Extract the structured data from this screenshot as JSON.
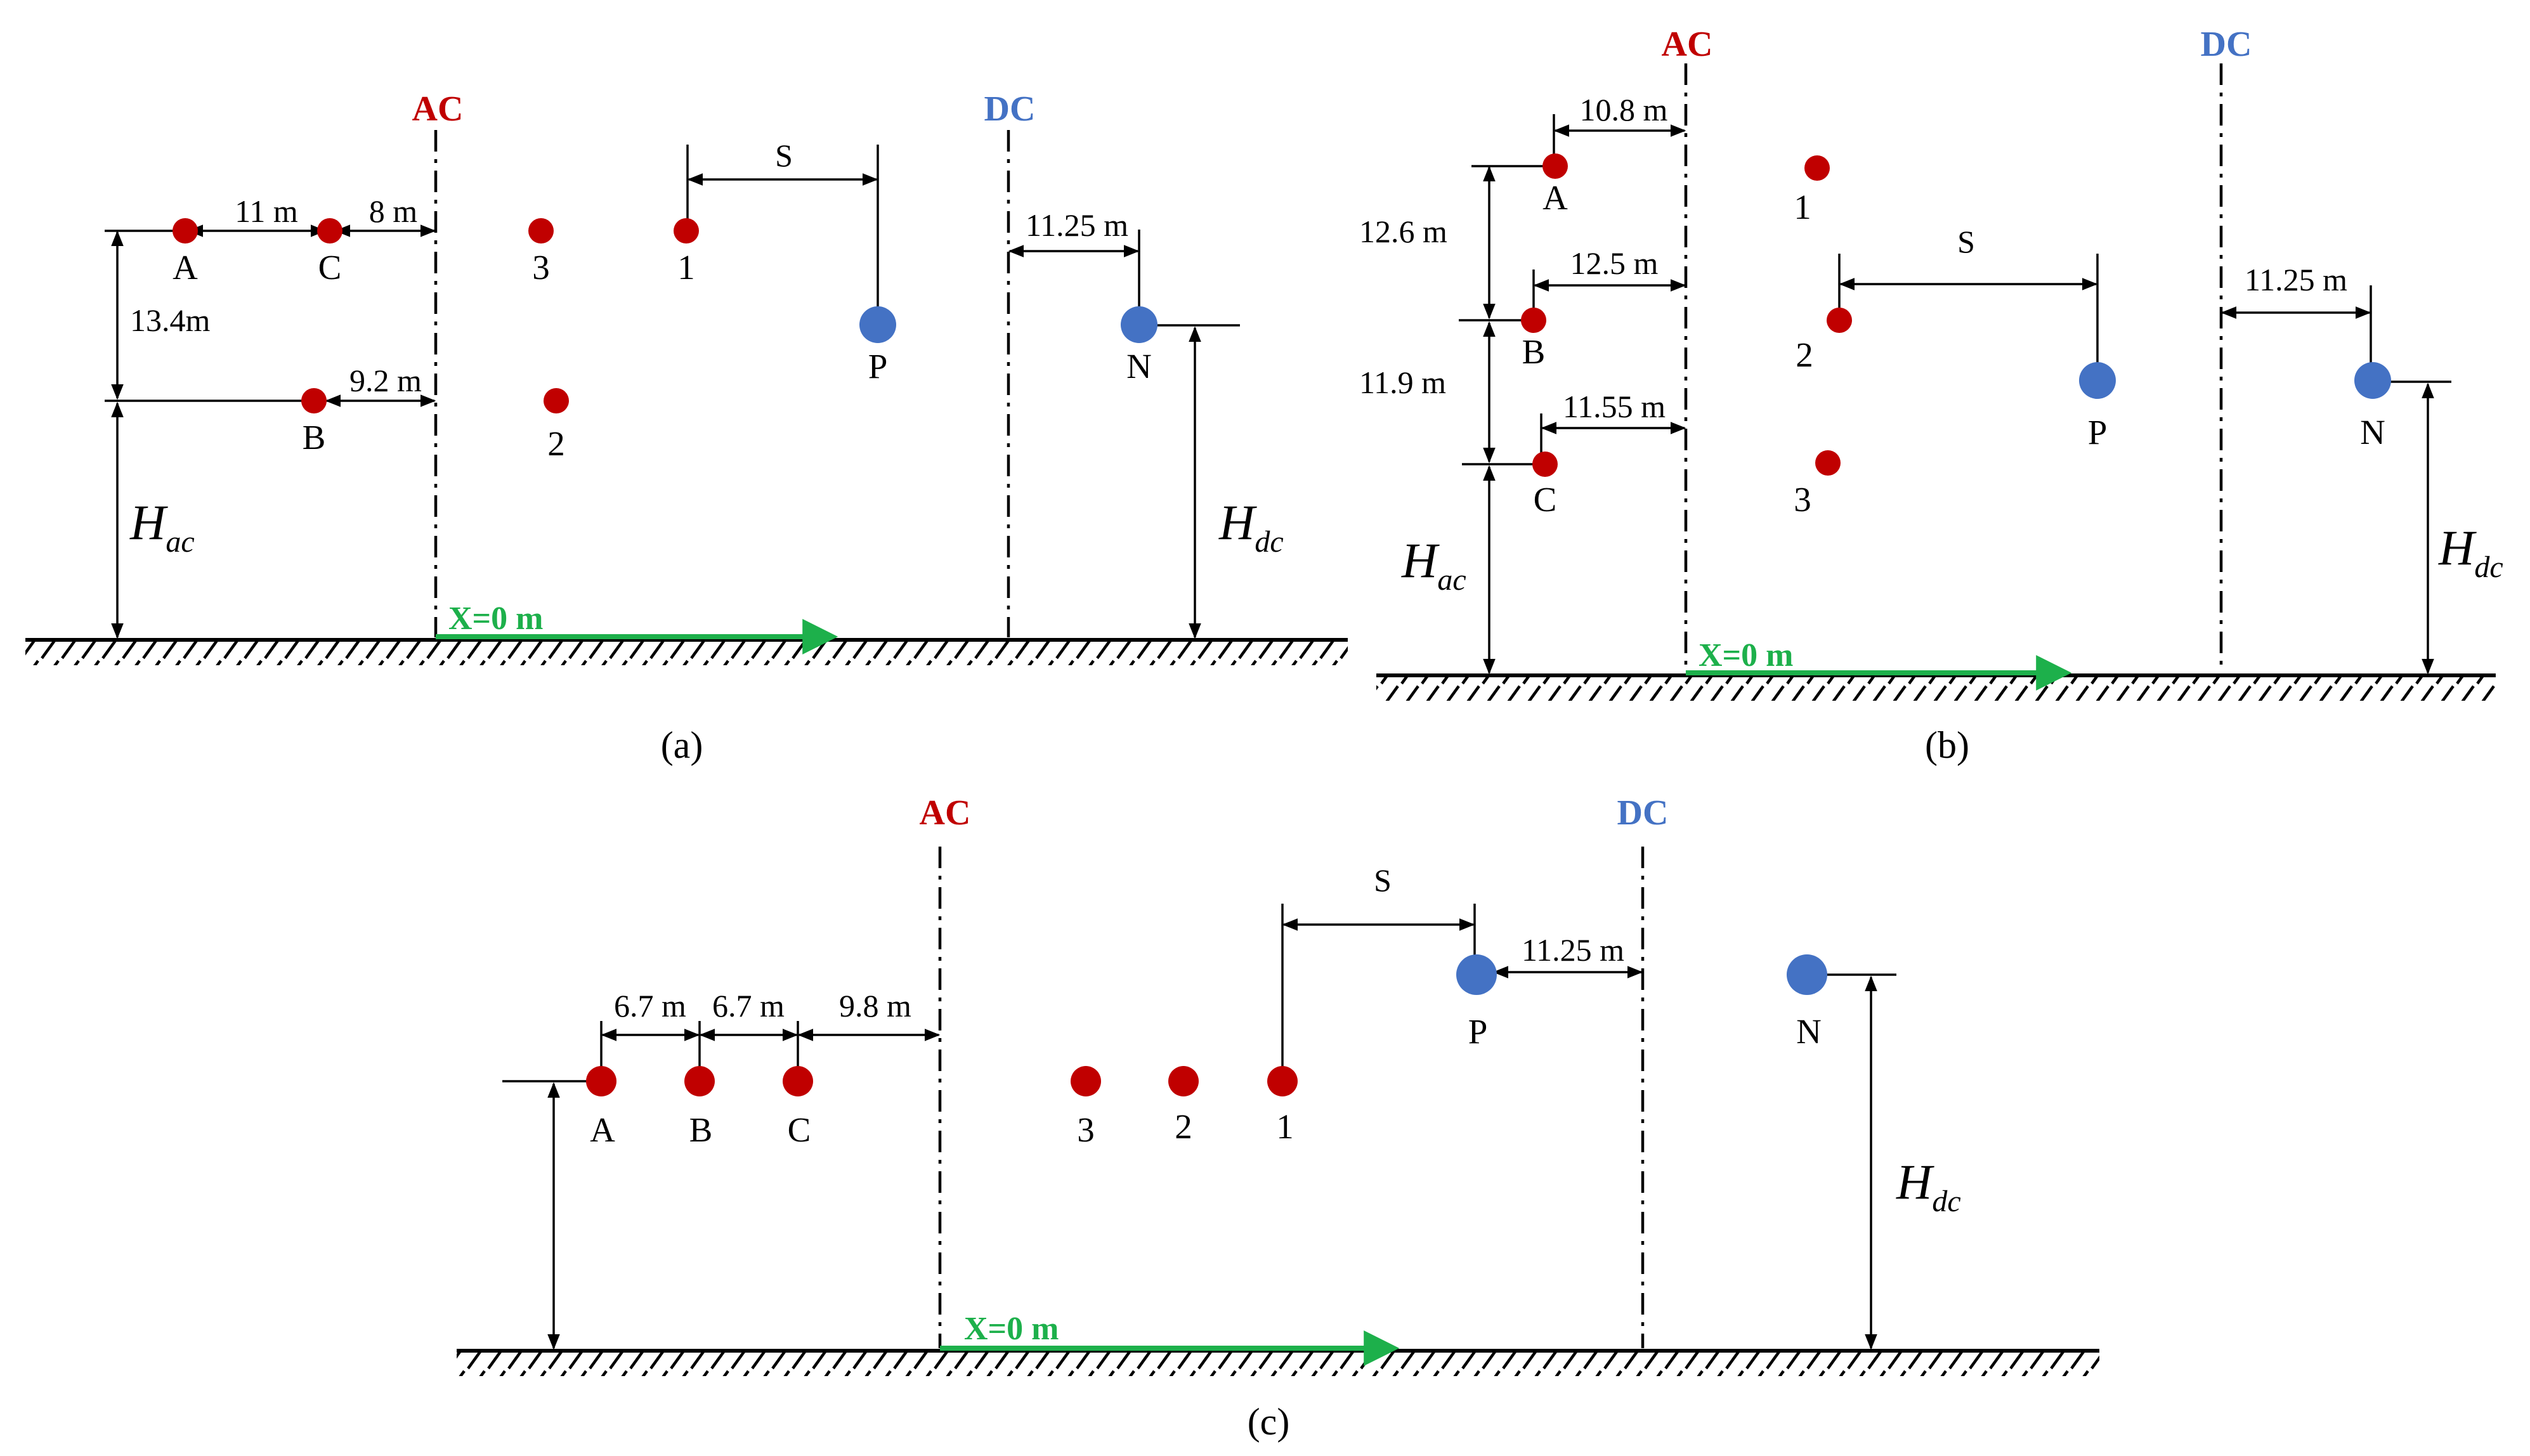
{
  "colors": {
    "ac": "#c00000",
    "dc": "#4472c4",
    "red_conductor": "#c00000",
    "blue_conductor": "#4472c4",
    "arrow": "#1db04b"
  },
  "panels": {
    "a": {
      "caption": "(a)",
      "ac_label": "AC",
      "dc_label": "DC",
      "x_label": "X=0 m",
      "conductors": {
        "A": "A",
        "B": "B",
        "C": "C",
        "c1": "1",
        "c2": "2",
        "c3": "3",
        "P": "P",
        "N": "N"
      },
      "dims": {
        "d_AC": "11 m",
        "d_C_axis": "8 m",
        "d_B_axis": "9.2 m",
        "d_vert": "13.4m",
        "d_dc": "11.25 m",
        "s": "S"
      },
      "h_ac_main": "H",
      "h_ac_sub": "ac",
      "h_dc_main": "H",
      "h_dc_sub": "dc"
    },
    "b": {
      "caption": "(b)",
      "ac_label": "AC",
      "dc_label": "DC",
      "x_label": "X=0 m",
      "conductors": {
        "A": "A",
        "B": "B",
        "C": "C",
        "c1": "1",
        "c2": "2",
        "c3": "3",
        "P": "P",
        "N": "N"
      },
      "dims": {
        "d_A_axis": "10.8 m",
        "d_B_axis": "12.5 m",
        "d_C_axis": "11.55 m",
        "d_v1": "12.6 m",
        "d_v2": "11.9 m",
        "d_dc": "11.25 m",
        "s": "S"
      },
      "h_ac_main": "H",
      "h_ac_sub": "ac",
      "h_dc_main": "H",
      "h_dc_sub": "dc"
    },
    "c": {
      "caption": "(c)",
      "ac_label": "AC",
      "dc_label": "DC",
      "x_label": "X=0 m",
      "conductors": {
        "A": "A",
        "B": "B",
        "C": "C",
        "c1": "1",
        "c2": "2",
        "c3": "3",
        "P": "P",
        "N": "N"
      },
      "dims": {
        "d_AB": "6.7 m",
        "d_BC": "6.7 m",
        "d_C_axis": "9.8 m",
        "d_dc": "11.25 m",
        "s": "S"
      },
      "h_dc_main": "H",
      "h_dc_sub": "dc"
    }
  }
}
